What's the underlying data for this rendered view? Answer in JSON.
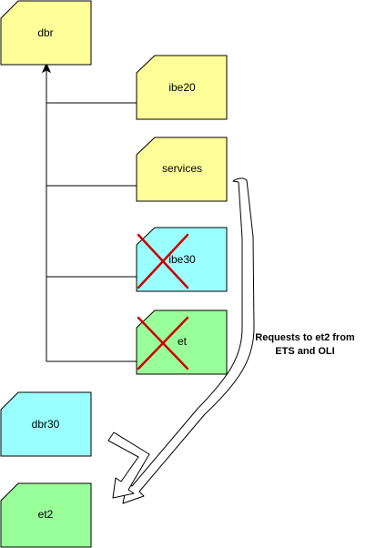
{
  "colors": {
    "yellow": "#ffff99",
    "cyan": "#99ffff",
    "green": "#99ff99",
    "stroke": "#000000",
    "cross": "#cc0000",
    "connector": "#000000",
    "hollow_arrow_fill": "#ffffff"
  },
  "nodes": {
    "dbr": "dbr",
    "ibe20": "ibe20",
    "services": "services",
    "ibe30": "ibe30",
    "et": "et",
    "dbr30": "dbr30",
    "et2": "et2"
  },
  "removed_nodes": [
    "ibe30",
    "et"
  ],
  "note": {
    "line1": "Requests to et2 from",
    "line2": "ETS and OLI"
  },
  "icons": {
    "cross": "red-x-cross-icon",
    "arrowhead": "arrowhead-up-icon",
    "hollow_arrow": "hollow-arrow-icon"
  }
}
